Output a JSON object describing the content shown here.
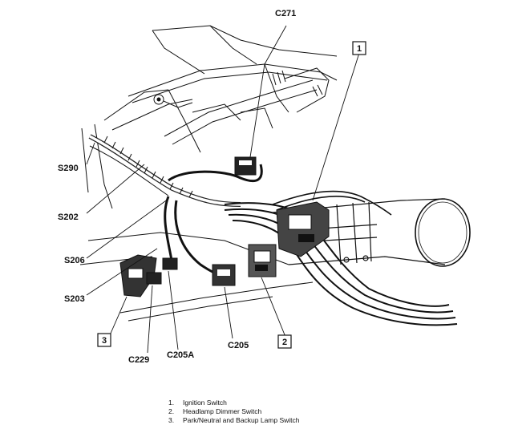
{
  "connector_labels": {
    "c271": "C271",
    "s290": "S290",
    "s202": "S202",
    "s206": "S206",
    "s203": "S203",
    "c229": "C229",
    "c205a": "C205A",
    "c205": "C205"
  },
  "callouts": {
    "one": "1",
    "two": "2",
    "three": "3"
  },
  "legend": [
    {
      "num": "1.",
      "text": "Ignition Switch"
    },
    {
      "num": "2.",
      "text": "Headlamp Dimmer Switch"
    },
    {
      "num": "3.",
      "text": "Park/Neutral and Backup Lamp Switch"
    }
  ]
}
